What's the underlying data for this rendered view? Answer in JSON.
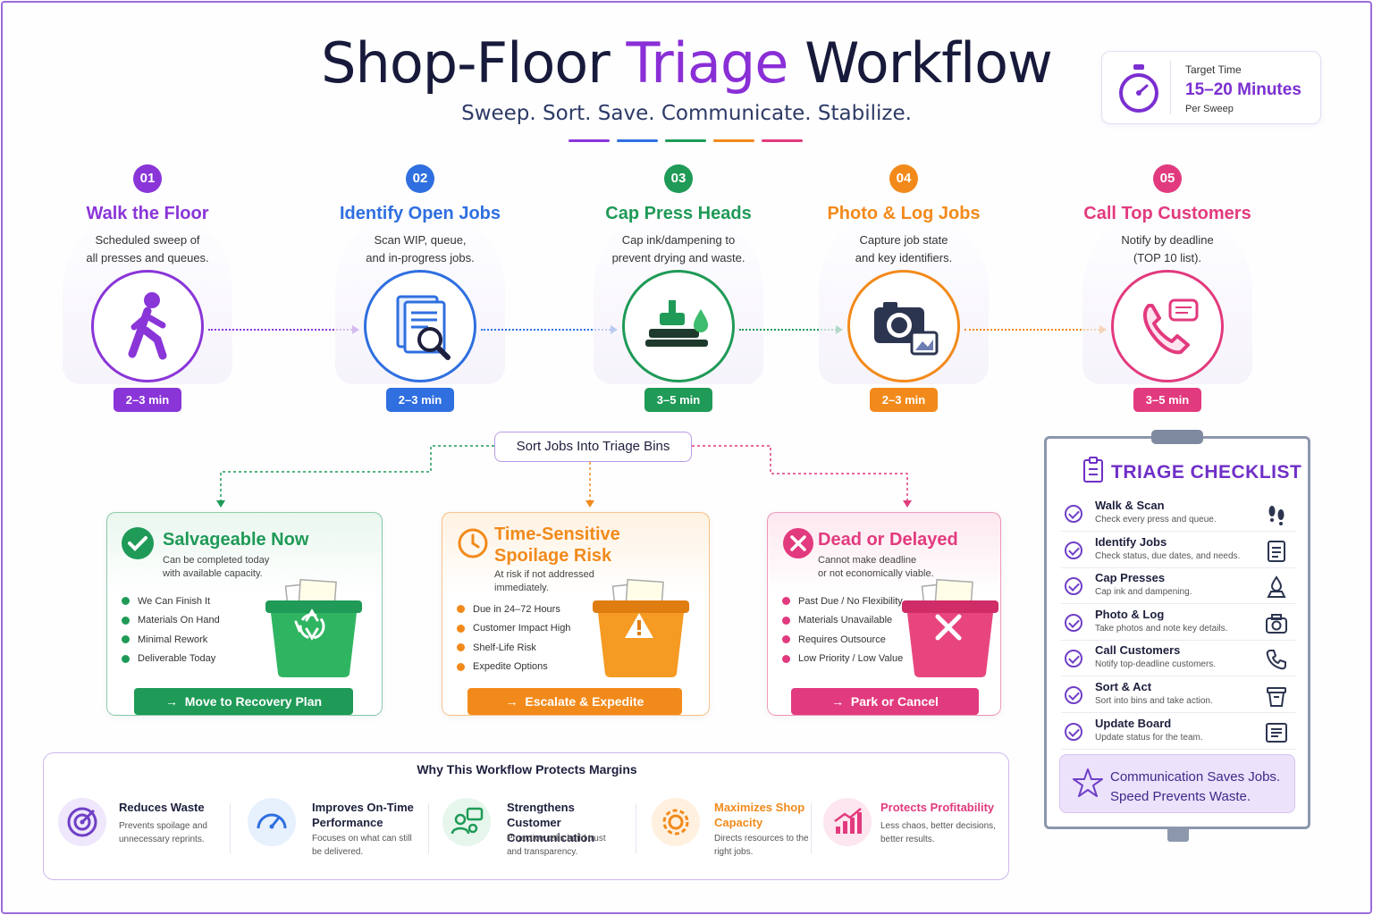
{
  "header": {
    "title_part1": "Shop-Floor ",
    "title_accent": "Triage",
    "title_part2": " Workflow",
    "subtitle": "Sweep. Sort. Save. Communicate. Stabilize."
  },
  "target": {
    "label": "Target Time",
    "value": "15–20 Minutes",
    "unit": "Per Sweep"
  },
  "colors": {
    "purple": "#8a35d8",
    "blue": "#2f6fe0",
    "green": "#1f9a57",
    "orange": "#f28a1b",
    "pink": "#e23a7e"
  },
  "steps": [
    {
      "num": "01",
      "title": "Walk the Floor",
      "desc": "Scheduled sweep of\nall presses and queues.",
      "time": "2–3 min",
      "icon": "walking-person-icon"
    },
    {
      "num": "02",
      "title": "Identify Open Jobs",
      "desc": "Scan WIP, queue,\nand in-progress jobs.",
      "time": "2–3 min",
      "icon": "document-search-icon"
    },
    {
      "num": "03",
      "title": "Cap Press Heads",
      "desc": "Cap ink/dampening to\nprevent drying and waste.",
      "time": "3–5 min",
      "icon": "press-head-icon"
    },
    {
      "num": "04",
      "title": "Photo & Log Jobs",
      "desc": "Capture job state\nand key identifiers.",
      "time": "2–3 min",
      "icon": "camera-icon"
    },
    {
      "num": "05",
      "title": "Call Top Customers",
      "desc": "Notify by deadline\n(TOP 10 list).",
      "time": "3–5 min",
      "icon": "phone-icon"
    }
  ],
  "sort_label": "Sort Jobs Into Triage Bins",
  "bins": [
    {
      "title": "Salvageable Now",
      "sub": "Can be completed today\nwith available capacity.",
      "items": [
        "We Can Finish It",
        "Materials On Hand",
        "Minimal Rework",
        "Deliverable Today"
      ],
      "action": "Move to Recovery Plan"
    },
    {
      "title": "Time-Sensitive\nSpoilage Risk",
      "sub": "At risk if not addressed\nimmediately.",
      "items": [
        "Due in 24–72 Hours",
        "Customer Impact High",
        "Shelf-Life Risk",
        "Expedite Options"
      ],
      "action": "Escalate & Expedite"
    },
    {
      "title": "Dead or Delayed",
      "sub": "Cannot make deadline\nor not economically viable.",
      "items": [
        "Past Due / No Flexibility",
        "Materials Unavailable",
        "Requires Outsource",
        "Low Priority / Low Value"
      ],
      "action": "Park or Cancel"
    }
  ],
  "checklist": {
    "title": "TRIAGE CHECKLIST",
    "items": [
      {
        "title": "Walk & Scan",
        "desc": "Check every press and queue.",
        "icon": "footprints-icon"
      },
      {
        "title": "Identify Jobs",
        "desc": "Check status, due dates, and needs.",
        "icon": "document-icon"
      },
      {
        "title": "Cap Presses",
        "desc": "Cap ink and dampening.",
        "icon": "ink-drop-icon"
      },
      {
        "title": "Photo & Log",
        "desc": "Take photos and note key details.",
        "icon": "camera-icon"
      },
      {
        "title": "Call Customers",
        "desc": "Notify top-deadline customers.",
        "icon": "phone-icon"
      },
      {
        "title": "Sort & Act",
        "desc": "Sort into bins and take action.",
        "icon": "bin-icon"
      },
      {
        "title": "Update Board",
        "desc": "Update status for the team.",
        "icon": "board-icon"
      }
    ],
    "banner": "Communication Saves Jobs.\nSpeed Prevents Waste."
  },
  "why": {
    "title": "Why This Workflow Protects Margins",
    "benefits": [
      {
        "title": "Reduces Waste",
        "desc": "Prevents spoilage and\nunnecessary reprints.",
        "icon": "target-icon"
      },
      {
        "title": "Improves On-Time\nPerformance",
        "desc": "Focuses on what can still\nbe delivered.",
        "icon": "gauge-icon"
      },
      {
        "title": "Strengthens Customer\nCommunication",
        "desc": "Proactive calls build trust\nand transparency.",
        "icon": "people-chat-icon"
      },
      {
        "title": "Maximizes Shop\nCapacity",
        "desc": "Directs resources to the\nright jobs.",
        "icon": "gear-icon"
      },
      {
        "title": "Protects Profitability",
        "desc": "Less chaos, better decisions,\nbetter results.",
        "icon": "growth-chart-icon"
      }
    ]
  }
}
